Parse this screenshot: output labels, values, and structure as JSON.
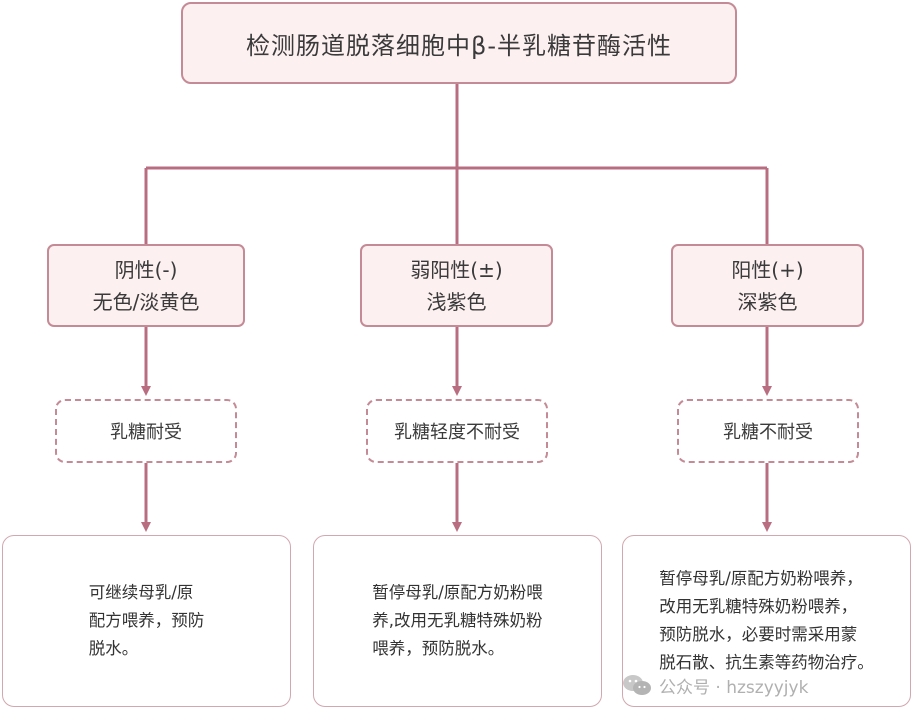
{
  "title": "检测肠道脱落细胞中β-半乳糖苷酶活性",
  "colors": {
    "connector": "#b86e80",
    "box_border": "#c48a95",
    "box_fill": "#fdf0f1"
  },
  "branches": [
    {
      "result_line1": "阴性(-)",
      "result_line2": "无色/淡黄色",
      "diagnosis": "乳糖耐受",
      "advice": [
        "可继续母乳/原",
        "配方喂养，预防",
        "脱水。"
      ]
    },
    {
      "result_line1": "弱阳性(±)",
      "result_line2": "浅紫色",
      "diagnosis": "乳糖轻度不耐受",
      "advice": [
        "暂停母乳/原配方奶粉喂",
        "养,改用无乳糖特殊奶粉",
        "喂养，预防脱水。"
      ]
    },
    {
      "result_line1": "阳性(+)",
      "result_line2": "深紫色",
      "diagnosis": "乳糖不耐受",
      "advice": [
        "暂停母乳/原配方奶粉喂养，",
        "改用无乳糖特殊奶粉喂养，",
        "预防脱水，必要时需采用蒙",
        "脱石散、抗生素等药物治疗。"
      ]
    }
  ],
  "watermark": {
    "icon": "wechat-icon",
    "text": "公众号 · hzszyyjyk"
  }
}
